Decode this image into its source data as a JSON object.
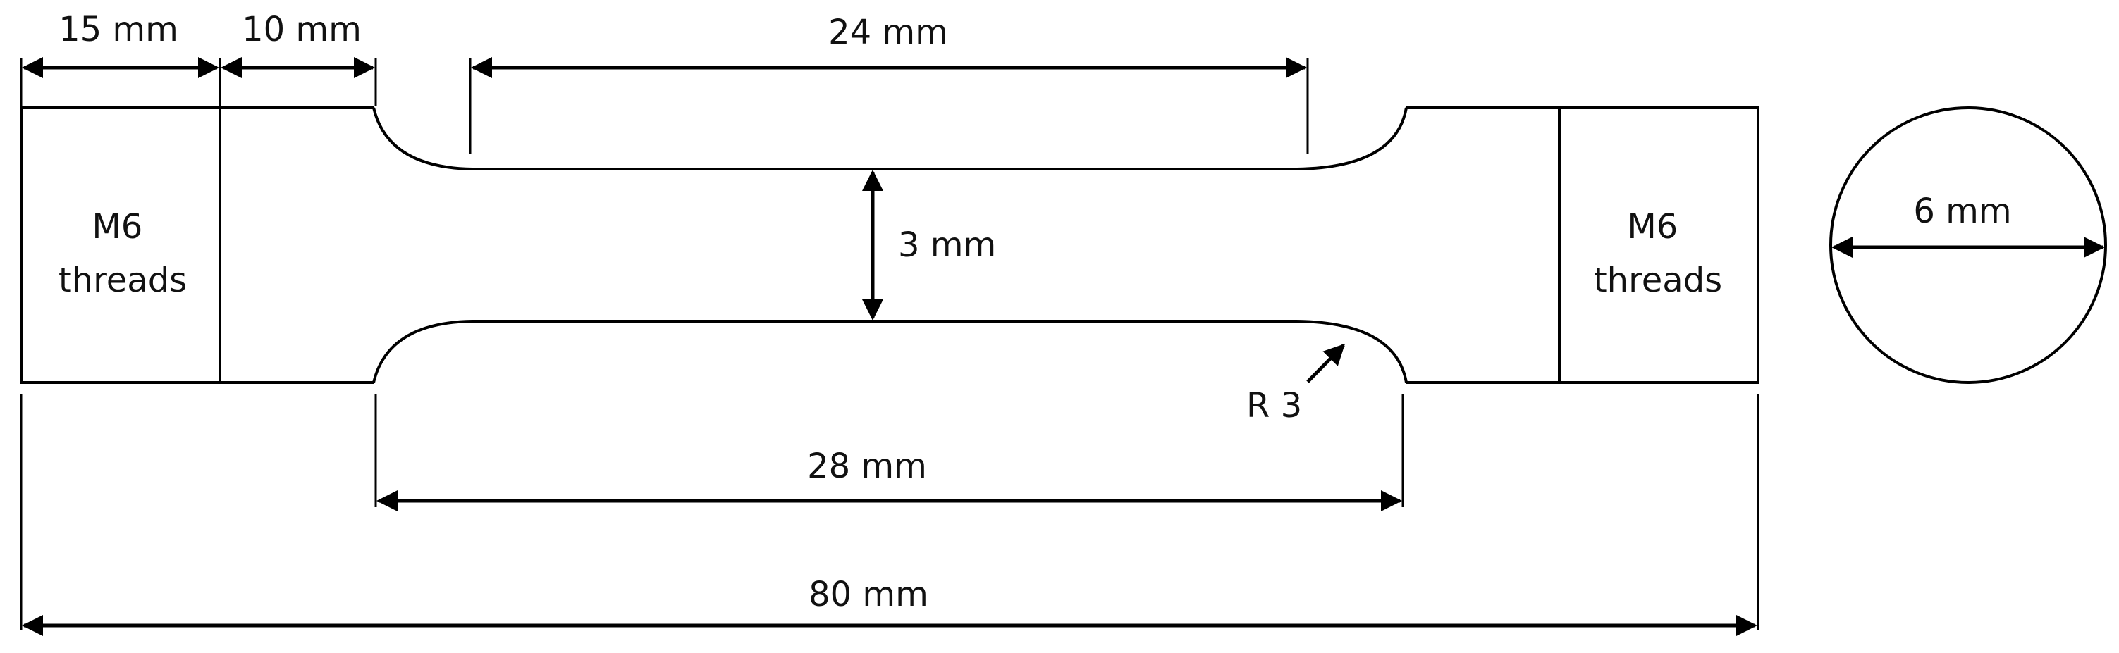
{
  "labels": {
    "grip_length": "15 mm",
    "shoulder_length": "10 mm",
    "gauge_length": "24 mm",
    "gauge_diameter": "3 mm",
    "fillet_radius": "R 3",
    "reduced_length": "28 mm",
    "total_length": "80 mm",
    "grip_diameter": "6 mm",
    "left_thread": [
      "M6",
      "threads"
    ],
    "right_thread": [
      "M6",
      "threads"
    ]
  }
}
